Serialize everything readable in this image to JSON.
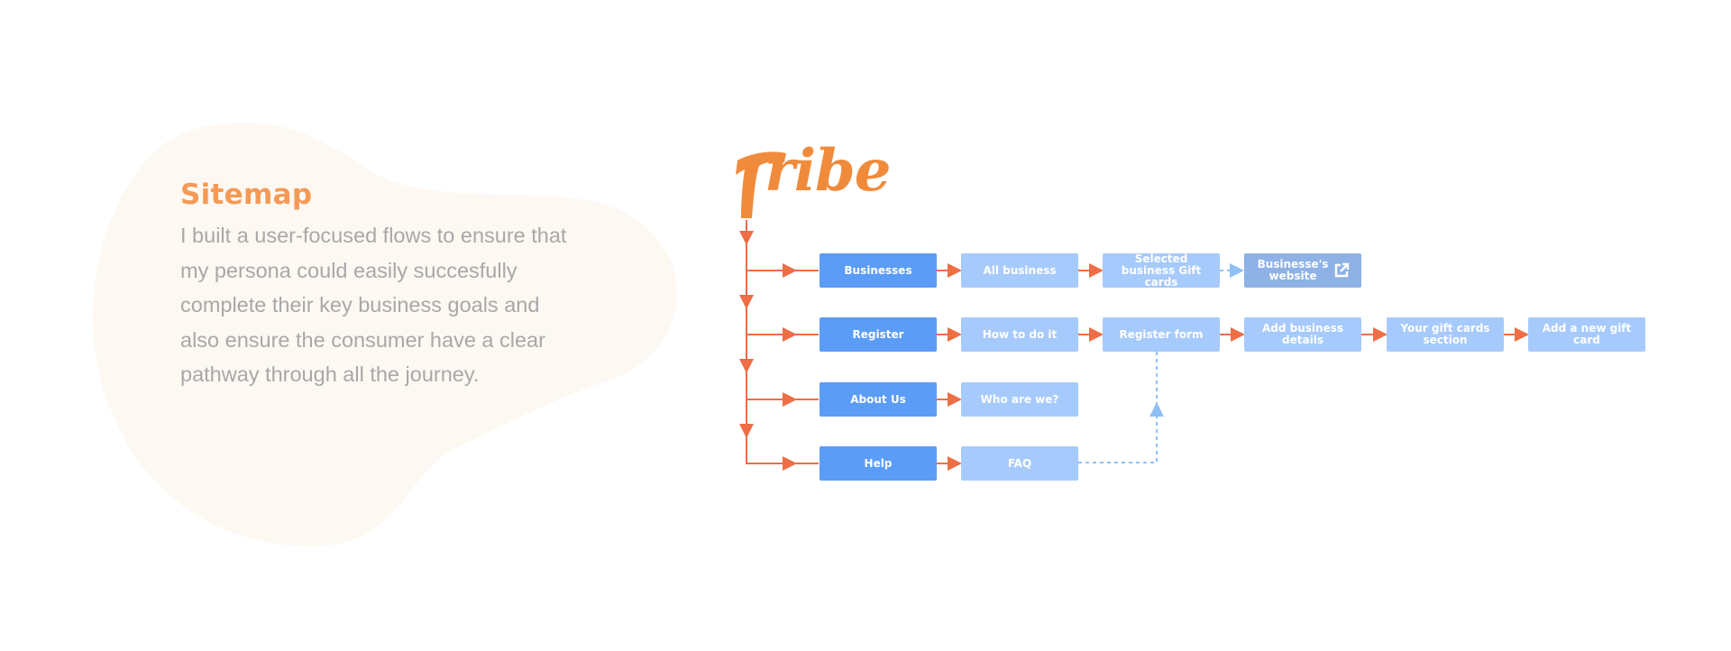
{
  "intro": {
    "title": "Sitemap",
    "body": "I built a user-focused flows to ensure that my persona could easily succesfully complete their key business goals and also ensure the consumer have a clear pathway through all the journey."
  },
  "logo": {
    "text": "ribe"
  },
  "colors": {
    "accent": "#F59A55",
    "connector": "#EE6E45",
    "primary": "#5B9CF6",
    "secondary": "#A6CAFB",
    "external": "#8EB2E5",
    "dashed": "#8EC0F5",
    "blob": "#FDF8F2"
  },
  "nodes": {
    "businesses": "Businesses",
    "all_business": "All business",
    "selected_business": "Selected business Gift cards",
    "business_website": "Businesse's website",
    "register": "Register",
    "how_to": "How to do it",
    "register_form": "Register form",
    "add_details": "Add business details",
    "your_gift_cards": "Your gift cards section",
    "add_gift_card": "Add a new gift card",
    "about_us": "About Us",
    "who_are_we": "Who are we?",
    "help": "Help",
    "faq": "FAQ"
  },
  "icons": {
    "external_link": "external-link-icon"
  }
}
